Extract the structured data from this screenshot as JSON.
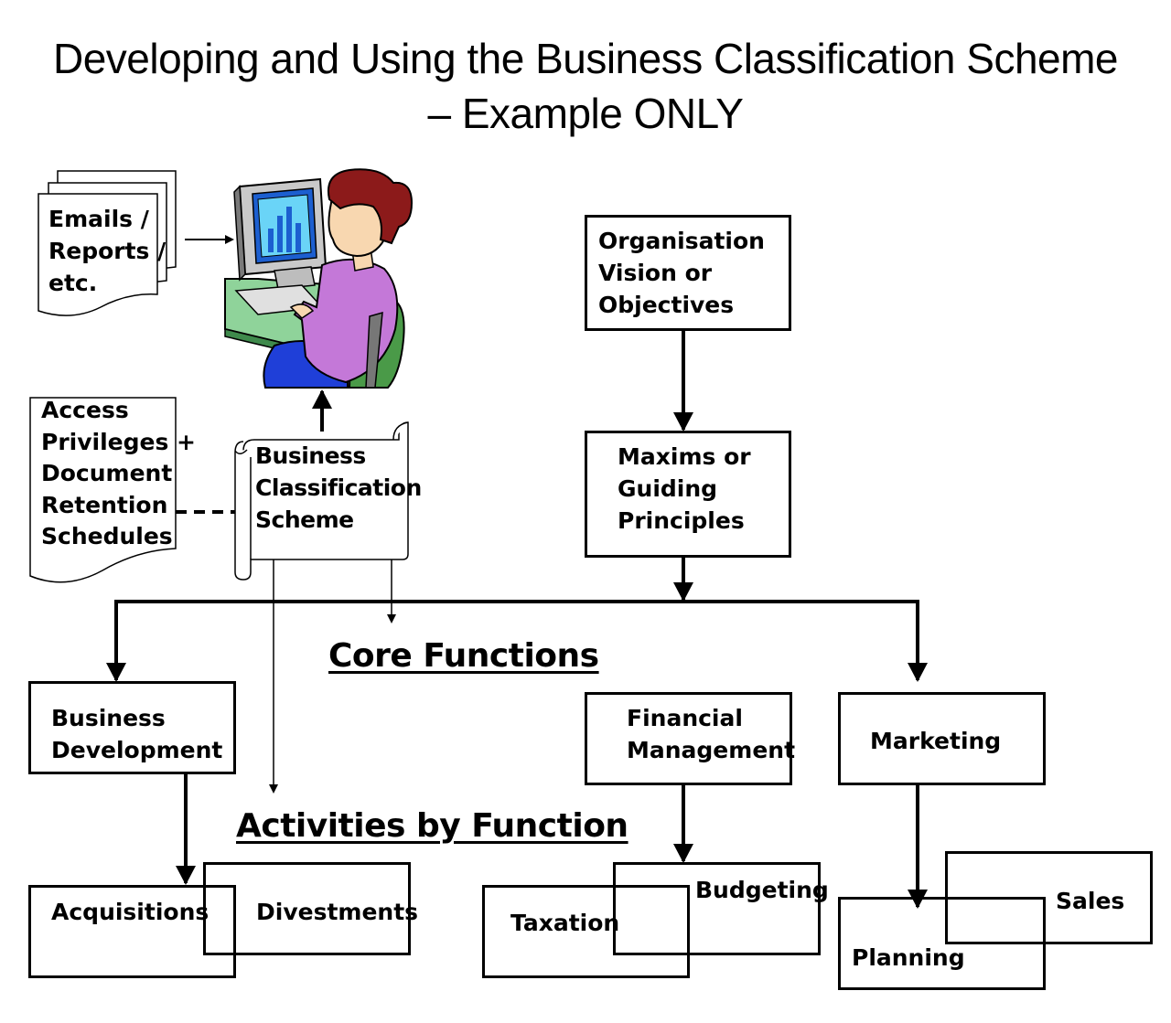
{
  "title": {
    "line1": "Developing and Using the Business Classification Scheme",
    "line2": "– Example ONLY"
  },
  "documents": {
    "emails": [
      "Emails /",
      "Reports /",
      "etc."
    ],
    "access": [
      "Access",
      "Privileges +",
      "Document",
      "Retention",
      "Schedules"
    ],
    "scheme": [
      "Business",
      "Classification",
      "Scheme"
    ]
  },
  "top_boxes": {
    "vision": [
      "Organisation",
      "Vision or",
      "Objectives"
    ],
    "maxims": [
      "Maxims or",
      "Guiding",
      "Principles"
    ]
  },
  "headings": {
    "core": "Core Functions",
    "activities": "Activities by Function"
  },
  "functions": {
    "business_development": [
      "Business",
      "Development"
    ],
    "financial_management": [
      "Financial",
      "Management"
    ],
    "marketing": "Marketing"
  },
  "activities": {
    "acquisitions": "Acquisitions",
    "divestments": "Divestments",
    "budgeting": "Budgeting",
    "taxation": "Taxation",
    "sales": "Sales",
    "planning": "Planning"
  },
  "icons": [
    "document-stack-icon",
    "office-worker-clipart",
    "scroll-icon"
  ]
}
